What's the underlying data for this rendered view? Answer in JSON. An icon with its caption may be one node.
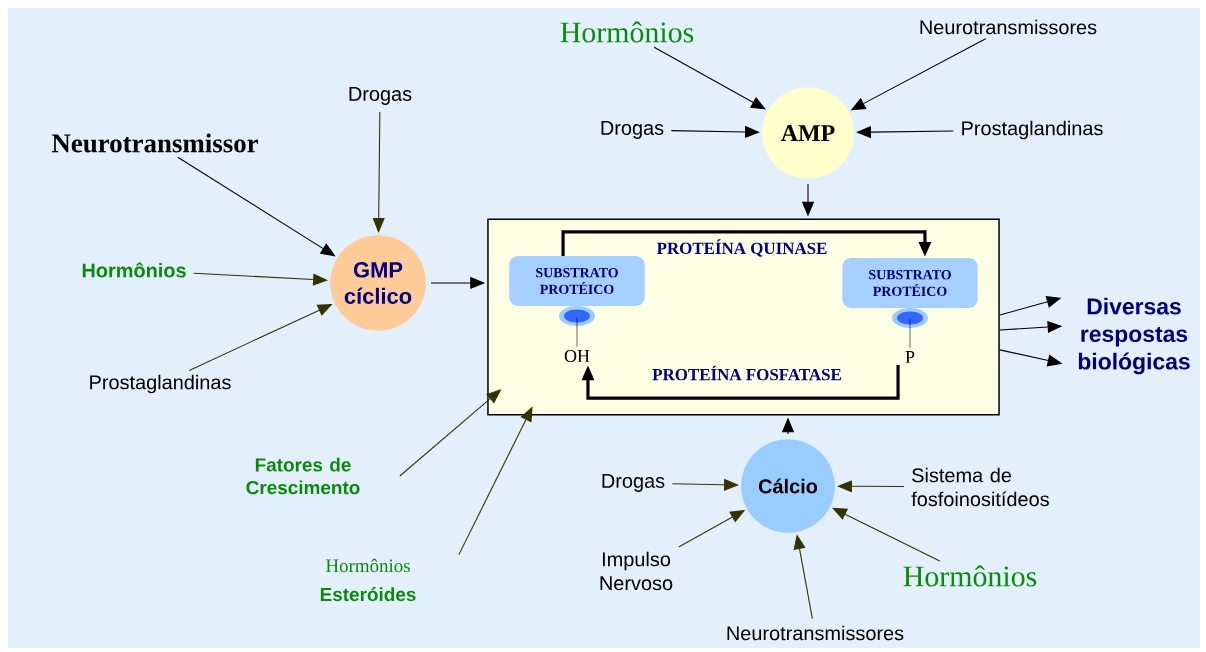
{
  "diagram": {
    "nodes": [
      {
        "text": [
          "Hormônios"
        ]
      },
      {
        "text": [
          "Neurotransmissores"
        ]
      },
      {
        "text": [
          "Drogas"
        ]
      },
      {
        "text": [
          "AMP"
        ]
      },
      {
        "text": [
          "Prostaglandinas"
        ]
      },
      {
        "text": [
          "Drogas"
        ]
      },
      {
        "text": [
          "Neurotransmissor"
        ]
      },
      {
        "text": [
          "Hormônios"
        ]
      },
      {
        "text": [
          "GMP cíclico"
        ]
      },
      {
        "text": [
          "Prostaglandinas"
        ]
      },
      {
        "text": [],
        "shape": "box"
      },
      {
        "text": [
          "SUBSTRATO PROTÉICO"
        ],
        "in": 10
      },
      {
        "text": [
          "SUBSTRATO PROTÉICO"
        ],
        "in": 10
      },
      {
        "text": [
          "OH"
        ],
        "in": 10
      },
      {
        "text": [
          "P"
        ],
        "in": 10
      },
      {
        "text": [
          "Diversas respostas biológicas"
        ]
      },
      {
        "text": [
          "Fatores de Crescimento"
        ]
      },
      {
        "text": [
          "Hormônios",
          "Esteróides"
        ]
      },
      {
        "text": [
          "Cálcio"
        ]
      },
      {
        "text": [
          "Drogas"
        ]
      },
      {
        "text": [
          "Sistema de fosfoinositídeos"
        ]
      },
      {
        "text": [
          "Impulso Nervoso"
        ]
      },
      {
        "text": [
          "Hormônios"
        ]
      },
      {
        "text": [
          "Neurotransmissores"
        ]
      }
    ],
    "edges": [
      {
        "from": 0,
        "to": 3,
        "arrow": "to"
      },
      {
        "from": 1,
        "to": 3,
        "arrow": "to"
      },
      {
        "from": 2,
        "to": 3,
        "arrow": "to"
      },
      {
        "from": 4,
        "to": 3,
        "arrow": "to"
      },
      {
        "from": 3,
        "to": 10,
        "arrow": "to"
      },
      {
        "from": 5,
        "to": 8,
        "arrow": "to",
        "color": "#333300"
      },
      {
        "from": 6,
        "to": 8,
        "arrow": "to"
      },
      {
        "from": 7,
        "to": 8,
        "arrow": "to",
        "color": "#333300"
      },
      {
        "from": 9,
        "to": 8,
        "arrow": "to",
        "color": "#333300"
      },
      {
        "from": 8,
        "to": 10,
        "arrow": "to"
      },
      {
        "from": 11,
        "to": 12,
        "arrow": "to",
        "label": "PROTEÍNA QUINASE",
        "style": "thick"
      },
      {
        "from": 14,
        "to": 13,
        "arrow": "to",
        "label": "PROTEÍNA FOSFATASE",
        "style": "thick"
      },
      {
        "from": 10,
        "to": 15,
        "arrow": "to"
      },
      {
        "from": 10,
        "to": 15,
        "arrow": "to"
      },
      {
        "from": 10,
        "to": 15,
        "arrow": "to"
      },
      {
        "from": 16,
        "to": 10,
        "arrow": "to",
        "color": "#333300"
      },
      {
        "from": 17,
        "to": 10,
        "arrow": "to",
        "color": "#333300"
      },
      {
        "from": 18,
        "to": 10,
        "arrow": "to"
      },
      {
        "from": 19,
        "to": 18,
        "arrow": "to",
        "color": "#333300"
      },
      {
        "from": 20,
        "to": 18,
        "arrow": "to",
        "color": "#333300"
      },
      {
        "from": 21,
        "to": 18,
        "arrow": "to",
        "color": "#333300"
      },
      {
        "from": 22,
        "to": 18,
        "arrow": "to",
        "color": "#333300"
      },
      {
        "from": 23,
        "to": 18,
        "arrow": "to",
        "color": "#333300"
      },
      {
        "from": 11,
        "to": 13,
        "arrow": "none"
      },
      {
        "from": 12,
        "to": 14,
        "arrow": "none"
      }
    ]
  }
}
